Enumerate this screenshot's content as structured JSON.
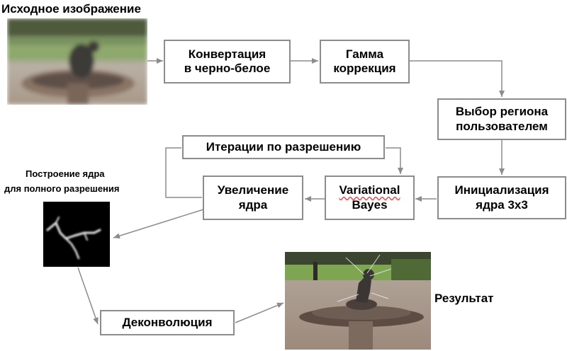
{
  "labels": {
    "source_image": "Исходное изображение",
    "kernel_build_line1": "Построение ядра",
    "kernel_build_line2": "для полного разрешения",
    "result": "Результат"
  },
  "steps": {
    "grayscale": "Конвертация\nв черно-белое",
    "gamma": "Гамма\nкоррекция",
    "region": "Выбор региона\nпользователем",
    "init_kernel": "Инициализация\nядра 3x3",
    "variational_bayes_line1": "Variational",
    "variational_bayes_line2": "Bayes",
    "upscale_kernel": "Увеличение\nядра",
    "iterations": "Итерации по разрешению",
    "deconvolution": "Деконволюция"
  },
  "colors": {
    "box_border": "#8c8c8c",
    "arrow": "#8c8c8c",
    "spellcheck_underline": "#e06060"
  }
}
